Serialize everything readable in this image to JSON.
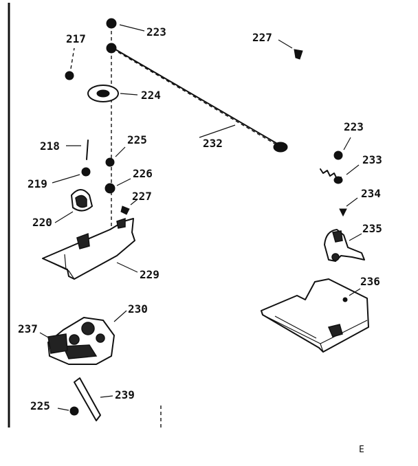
{
  "labels": {
    "l217": "217",
    "l223a": "223",
    "l227a": "227",
    "l224": "224",
    "l223b": "223",
    "l232": "232",
    "l218": "218",
    "l225a": "225",
    "l233": "233",
    "l219": "219",
    "l226": "226",
    "l234": "234",
    "l227b": "227",
    "l220": "220",
    "l235": "235",
    "l229": "229",
    "l236": "236",
    "l230": "230",
    "l237": "237",
    "l239": "239",
    "l225b": "225",
    "corner_mark": "E"
  }
}
